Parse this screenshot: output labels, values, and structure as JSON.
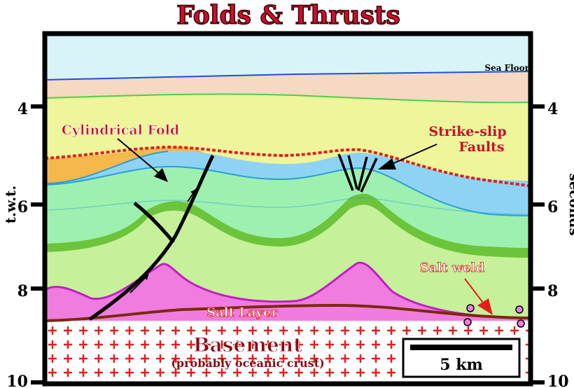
{
  "title": "Folds & Thrusts",
  "axis": {
    "left_label": "t.w.t.",
    "right_label": "seconds",
    "ticks": [
      "4",
      "6",
      "8",
      "10"
    ]
  },
  "labels": {
    "sea_floor": "Sea Floor",
    "cylindrical_fold": "Cylindrical Fold",
    "strike_slip_line1": "Strike-slip",
    "strike_slip_line2": "Faults",
    "salt_weld": "Salt weld",
    "salt_layer": "Salt Layer",
    "basement": "Basement",
    "basement_sub": "(probably oceanic crust)",
    "scale": "5 km"
  },
  "colors": {
    "title": "#c8102e",
    "sea": "#d8f4f8",
    "sea_floor_line": "#1f4fd8",
    "upper_sediment": "#f6d9c2",
    "yellow_layer": "#eef59a",
    "orange_layer": "#f5b84a",
    "blue_layer": "#8fd3f4",
    "mint_layer": "#9ef0b0",
    "green_band": "#6cc43a",
    "lower_layer": "#c7f09a",
    "salt": "#f07ce0",
    "basement_plus": "#e0201e",
    "unconformity": "#e0201e"
  }
}
